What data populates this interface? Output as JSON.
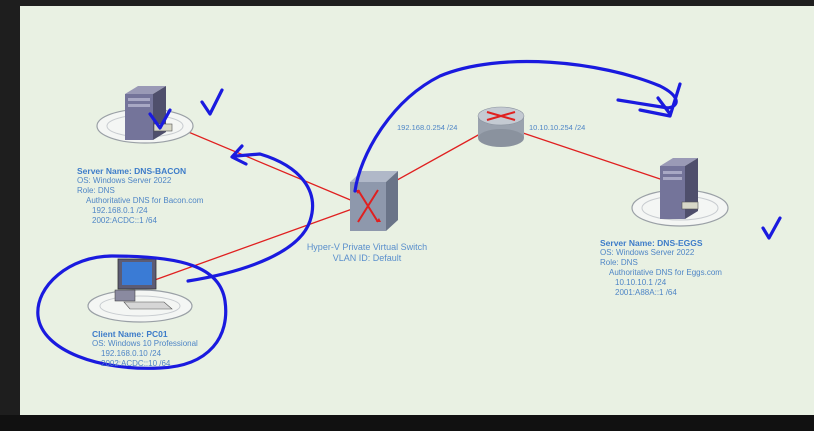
{
  "servers": [
    {
      "name": "Server Name: DNS-BACON",
      "os": "OS: Windows Server 2022",
      "role": "Role: DNS",
      "desc": "Authoritative DNS for Bacon.com",
      "ipv4": "192.168.0.1 /24",
      "ipv6": "2002:ACDC::1 /64"
    },
    {
      "name": "Server Name: DNS-EGGS",
      "os": "OS: Windows Server 2022",
      "role": "Role: DNS",
      "desc": "Authoritative DNS for Eggs.com",
      "ipv4": "10.10.10.1 /24",
      "ipv6": "2001:A88A::1 /64"
    }
  ],
  "client": {
    "name": "Client Name: PC01",
    "os": "OS: Windows 10 Professional",
    "ipv4": "192.168.0.10 /24",
    "ipv6": "2002:ACDC::10 /64"
  },
  "switch": {
    "line1": "Hyper-V Private Virtual Switch",
    "line2": "VLAN ID: Default"
  },
  "router": {
    "left_ip": "192.168.0.254 /24",
    "right_ip": "10.10.10.254 /24"
  },
  "colors": {
    "link": "#e02020",
    "annotation": "#1a1adf",
    "label": "#4f86c6",
    "background": "#e9f1e3"
  }
}
